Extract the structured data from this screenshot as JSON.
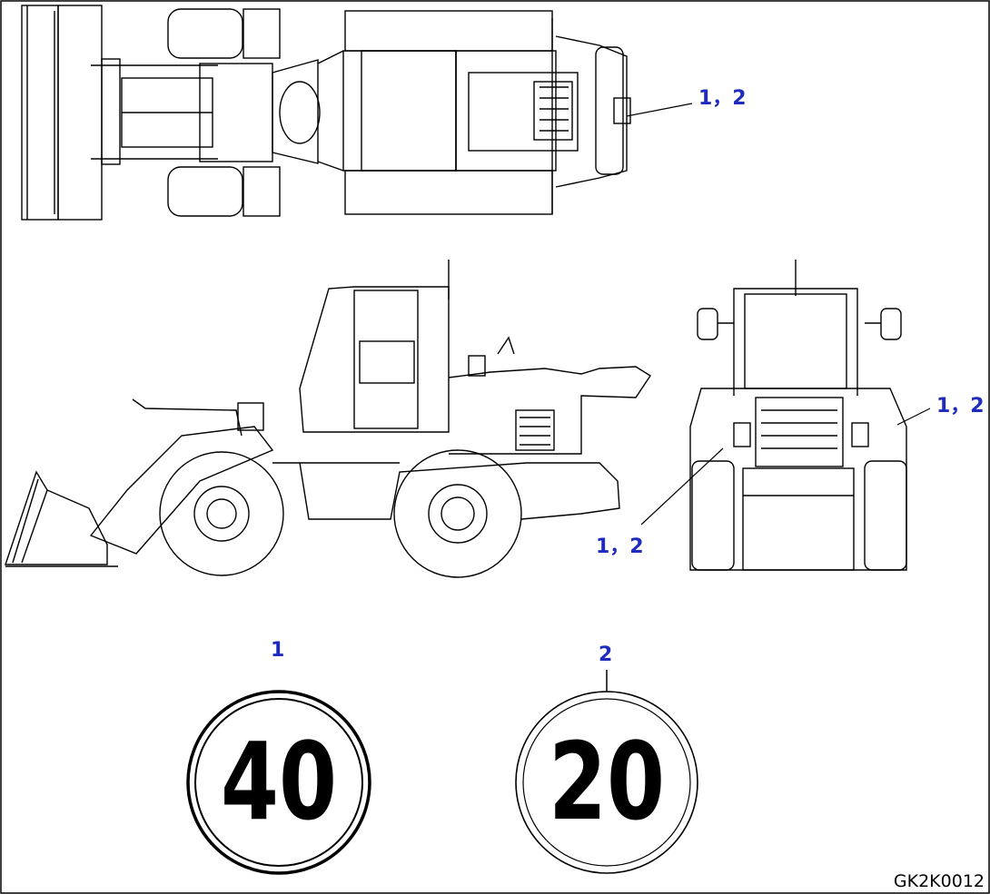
{
  "callouts": {
    "top_view": "1，2",
    "side_right": "1，2",
    "rear_bottom": "1，2"
  },
  "signs": [
    {
      "item": "1",
      "value": "40"
    },
    {
      "item": "2",
      "value": "20"
    }
  ],
  "drawing_code": "GK2K0012"
}
